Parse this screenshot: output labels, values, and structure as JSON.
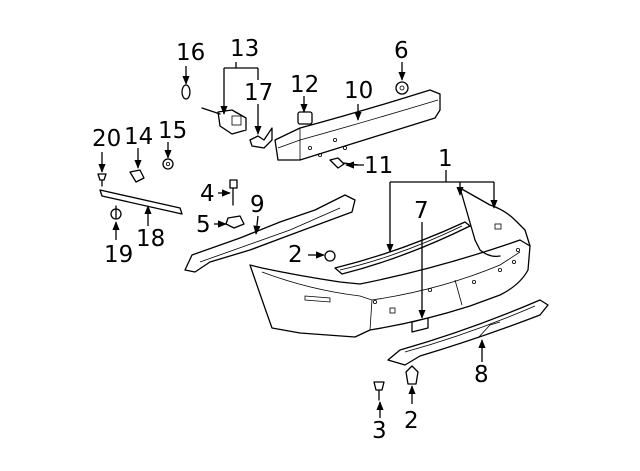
{
  "callouts": [
    {
      "id": "c1",
      "text": "1"
    },
    {
      "id": "c2a",
      "text": "2"
    },
    {
      "id": "c2b",
      "text": "2"
    },
    {
      "id": "c3",
      "text": "3"
    },
    {
      "id": "c4",
      "text": "4"
    },
    {
      "id": "c5",
      "text": "5"
    },
    {
      "id": "c6",
      "text": "6"
    },
    {
      "id": "c7",
      "text": "7"
    },
    {
      "id": "c8",
      "text": "8"
    },
    {
      "id": "c9",
      "text": "9"
    },
    {
      "id": "c10",
      "text": "10"
    },
    {
      "id": "c11",
      "text": "11"
    },
    {
      "id": "c12",
      "text": "12"
    },
    {
      "id": "c13",
      "text": "13"
    },
    {
      "id": "c14",
      "text": "14"
    },
    {
      "id": "c15",
      "text": "15"
    },
    {
      "id": "c16",
      "text": "16"
    },
    {
      "id": "c17",
      "text": "17"
    },
    {
      "id": "c18",
      "text": "18"
    },
    {
      "id": "c19",
      "text": "19"
    },
    {
      "id": "c20",
      "text": "20"
    }
  ]
}
